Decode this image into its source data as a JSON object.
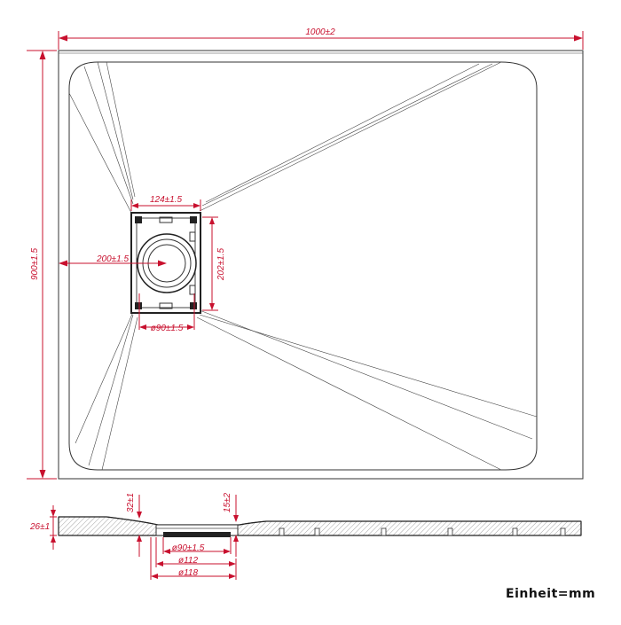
{
  "dimensions": {
    "width": "1000±2",
    "height": "900±1.5",
    "drain_offset": "200±1.5",
    "drain_width": "124±1.5",
    "drain_height": "202±1.5",
    "drain_hole": "ø90±1.5",
    "edge_depth": "32±1",
    "tray_thickness": "26±1",
    "slope_depth": "15±2",
    "section_hole_90": "ø90±1.5",
    "section_hole_112": "ø112",
    "section_hole_118": "ø118"
  },
  "unit_label": "Einheit=mm",
  "colors": {
    "dimension": "#c8102e",
    "outline": "#333333"
  }
}
